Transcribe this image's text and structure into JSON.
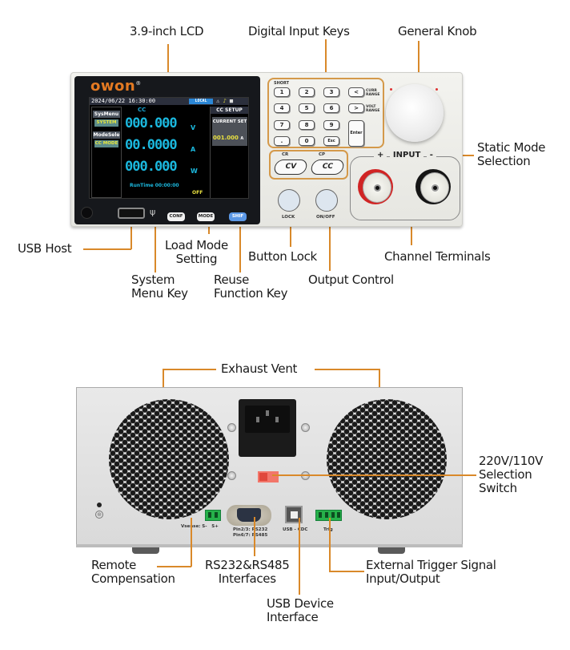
{
  "callouts": {
    "lcd": "3.9-inch LCD",
    "digital_keys": "Digital Input Keys",
    "knob": "General Knob",
    "static_mode": [
      "Static Mode",
      "Selection"
    ],
    "usb_host": "USB Host",
    "load_mode": [
      "Load Mode",
      "Setting"
    ],
    "button_lock": "Button Lock",
    "channel_terminals": "Channel Terminals",
    "system_menu": [
      "System",
      "Menu Key"
    ],
    "reuse_function": [
      "Reuse",
      "Function Key"
    ],
    "output_control": "Output Control",
    "exhaust_vent": "Exhaust Vent",
    "voltage_switch": [
      "220V/110V",
      "Selection",
      "Switch"
    ],
    "remote_comp": [
      "Remote",
      "Compensation"
    ],
    "rs_interfaces": [
      "RS232&RS485",
      "Interfaces"
    ],
    "ext_trigger": [
      "External Trigger Signal",
      "Input/Output"
    ],
    "usb_device": [
      "USB Device",
      "Interface"
    ]
  },
  "front_panel": {
    "brand": "owon",
    "brand_mark": "®",
    "lcd": {
      "datetime": "2024/06/22 16:30:00",
      "status_badge": "LOCAL",
      "status_icons": [
        "warning-icon",
        "speaker-icon",
        "lock-icon"
      ],
      "softkeys": [
        {
          "title": "SysMenu",
          "value": "SYSTEM"
        },
        {
          "title": "ModeSele",
          "value": "CC MODE"
        }
      ],
      "mode": "CC",
      "readings": [
        {
          "value": "000.000",
          "unit": "V"
        },
        {
          "value": "00.0000",
          "unit": "A"
        },
        {
          "value": "000.000",
          "unit": "W"
        }
      ],
      "runtime": "RunTime 00:00:00",
      "output_state": "OFF",
      "setup_title": "CC SETUP",
      "current_set_label": "CURRENT SET",
      "current_set_value": "001.000",
      "current_set_unit": "A"
    },
    "function_keys": [
      "CONF",
      "MODE",
      "SHIF"
    ],
    "keypad": {
      "short_label": "SHORT",
      "keys": [
        "1",
        "2",
        "3",
        "4",
        "5",
        "6",
        "7",
        "8",
        "9",
        ".",
        "0",
        "Esc"
      ],
      "nav_keys": [
        {
          "symbol": "<",
          "label": [
            "CURR",
            "RANGE"
          ]
        },
        {
          "symbol": ">",
          "label": [
            "VOLT",
            "RANGE"
          ]
        }
      ],
      "enter": "Enter"
    },
    "mode_keys": [
      {
        "label": "CV",
        "sub": "CR"
      },
      {
        "label": "CC",
        "sub": "CP"
      }
    ],
    "lock_label": "LOCK",
    "onoff_label": "ON/OFF",
    "input": {
      "plus": "+",
      "title": "INPUT",
      "minus": "-"
    }
  },
  "rear_panel": {
    "vsense_label": "Vsense: S-",
    "vsense_plus": "S+",
    "rs_label": [
      "Pin2/3: RS232",
      "Pin6/7: RS485"
    ],
    "usb_label": "USB - CDC",
    "trig_label": "Trig"
  },
  "colors": {
    "callout_line": "#d9892a",
    "lcd_digits": "#1bb8de",
    "brand": "#e47a22",
    "terminal_positive": "#d02424",
    "terminal_negative": "#151515",
    "connector_green": "#26b14a"
  }
}
